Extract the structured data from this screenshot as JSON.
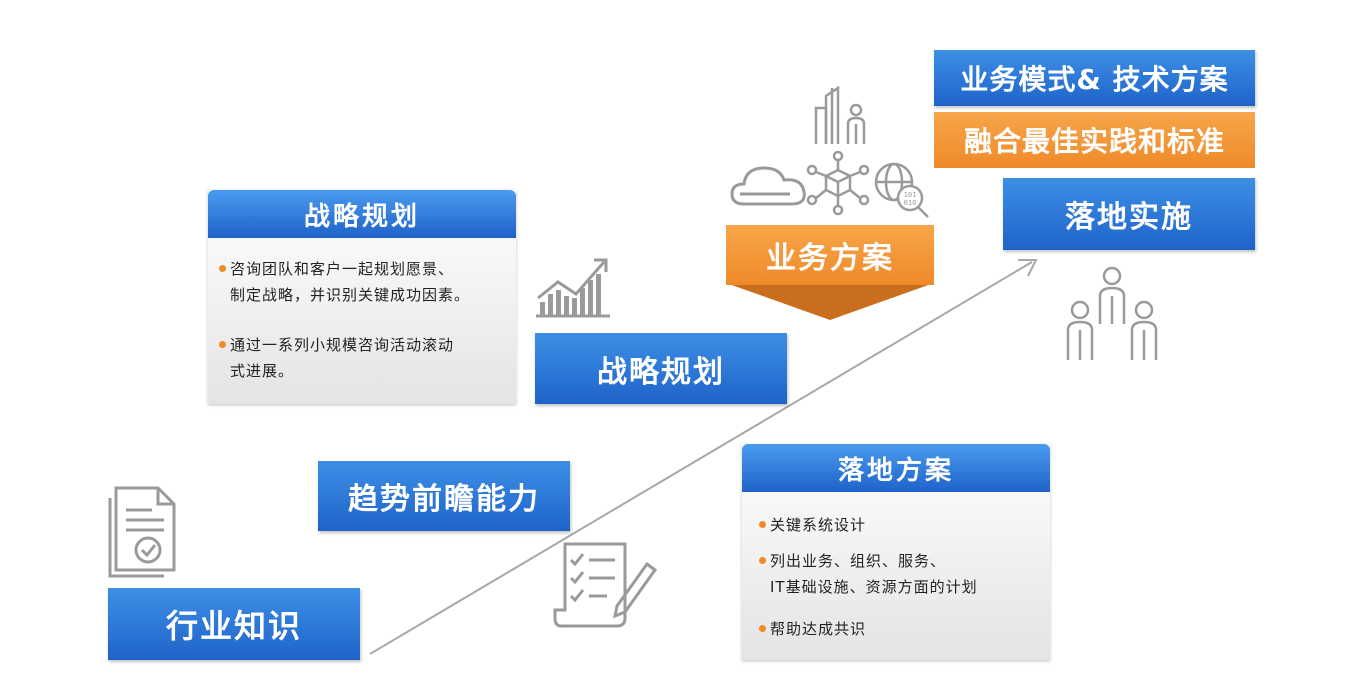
{
  "labels": {
    "industry_knowledge": "行业知识",
    "trend_foresight": "趋势前瞻能力",
    "strategy_planning": "战略规划",
    "business_solution": "业务方案",
    "implementation": "落地实施",
    "business_model_tech": "业务模式& 技术方案",
    "best_practice": "融合最佳实践和标准"
  },
  "strategy_card": {
    "title": "战略规划",
    "bullets": [
      {
        "line1": "咨询团队和客户一起规划愿景、",
        "line2": "制定战略，并识别关键成功因素。"
      },
      {
        "line1": "通过一系列小规模咨询活动滚动",
        "line2": "式进展。"
      }
    ]
  },
  "landing_card": {
    "title": "落地方案",
    "bullets": [
      {
        "line1": "关键系统设计",
        "line2": ""
      },
      {
        "line1": "列出业务、组织、服务、",
        "line2": "IT基础设施、资源方面的计划"
      },
      {
        "line1": "帮助达成共识",
        "line2": ""
      }
    ]
  },
  "icons": {
    "chart": "growth-chart-icon",
    "document": "certified-document-icon",
    "checklist": "checklist-pencil-icon",
    "cloud": "cloud-icon",
    "network": "network-cube-icon",
    "globe": "globe-search-icon",
    "building": "building-person-icon",
    "team": "team-people-icon"
  },
  "colors": {
    "blue": "#2a73d6",
    "orange": "#f0922c",
    "bullet": "#f08a24",
    "icon_gray": "#9a9a9a"
  }
}
